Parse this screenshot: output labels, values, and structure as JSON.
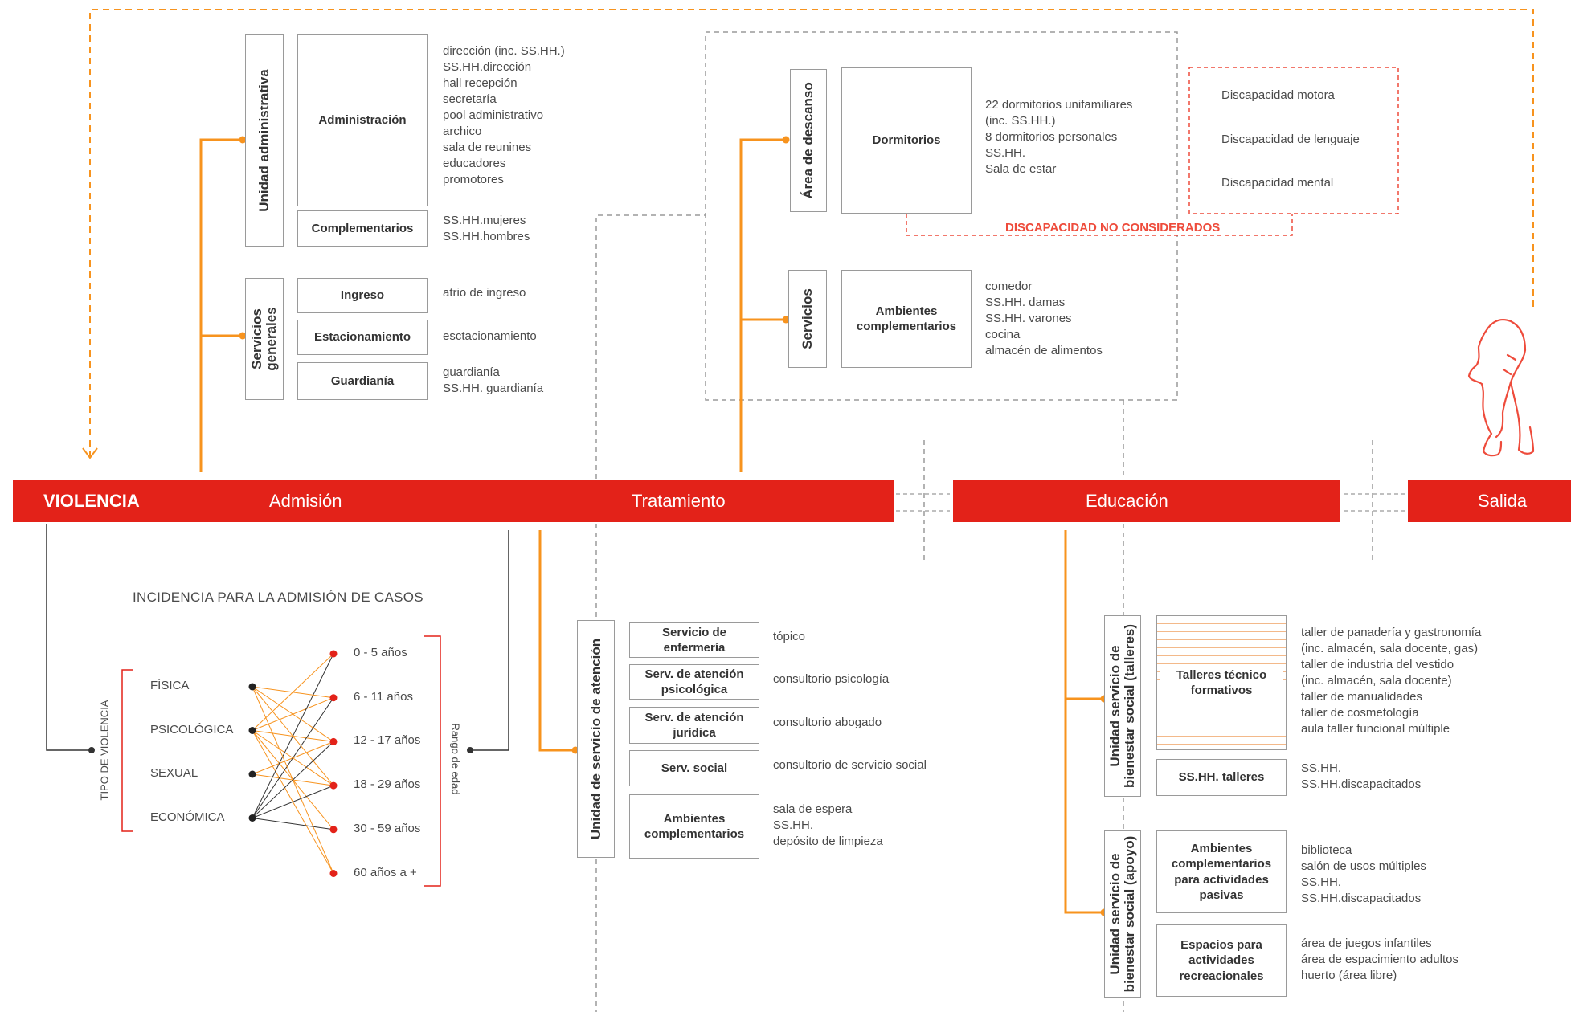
{
  "flow": {
    "violencia": "VIOLENCIA",
    "admision": "Admisión",
    "tratamiento": "Tratamiento",
    "educacion": "Educación",
    "salida": "Salida"
  },
  "admin_units": {
    "unidad_administrativa": "Unidad administrativa",
    "servicios_generales": "Servicios generales",
    "administracion": {
      "label": "Administración",
      "items": [
        "dirección (inc. SS.HH.)",
        "SS.HH.dirección",
        "hall recepción",
        "secretaría",
        "pool administrativo",
        "archico",
        "sala de reunines",
        "educadores",
        "promotores"
      ]
    },
    "complementarios": {
      "label": "Complementarios",
      "items": [
        "SS.HH.mujeres",
        "SS.HH.hombres"
      ]
    },
    "ingreso": {
      "label": "Ingreso",
      "items": [
        "atrio de ingreso"
      ]
    },
    "estacionamiento": {
      "label": "Estacionamiento",
      "items": [
        "esctacionamiento"
      ]
    },
    "guardiania": {
      "label": "Guardianía",
      "items": [
        "guardianía",
        "SS.HH. guardianía"
      ]
    }
  },
  "rest_units": {
    "area_descanso": "Área de descanso",
    "servicios": "Servicios",
    "dormitorios": {
      "label": "Dormitorios",
      "items": [
        "22 dormitorios unifamiliares",
        "(inc. SS.HH.)",
        "8 dormitorios personales",
        "SS.HH.",
        "Sala de estar"
      ]
    },
    "ambientes": {
      "label": "Ambientes complementarios",
      "items": [
        "comedor",
        "SS.HH. damas",
        "SS.HH. varones",
        "cocina",
        "almacén de alimentos"
      ]
    },
    "discapacidades": [
      "Discapacidad motora",
      "Discapacidad de lenguaje",
      "Discapacidad mental"
    ],
    "no_considerados": "DISCAPACIDAD NO CONSIDERADOS"
  },
  "incidence": {
    "title": "INCIDENCIA PARA LA ADMISIÓN DE CASOS",
    "tipo_label": "TIPO DE VIOLENCIA",
    "rango_label": "Rango de edad",
    "tipos": [
      "FÍSICA",
      "PSICOLÓGICA",
      "SEXUAL",
      "ECONÓMICA"
    ],
    "rangos": [
      "0 - 5 años",
      "6 - 11 años",
      "12 - 17 años",
      "18 - 29 años",
      "30 - 59 años",
      "60 años a +"
    ]
  },
  "atencion": {
    "unit_label": "Unidad de servicio de atención",
    "rows": [
      {
        "label": "Servicio de enfermería",
        "items": [
          "tópico"
        ]
      },
      {
        "label": "Serv. de atención psicológica",
        "items": [
          "consultorio psicología"
        ]
      },
      {
        "label": "Serv. de atención jurídica",
        "items": [
          "consultorio abogado"
        ]
      },
      {
        "label": "Serv. social",
        "items": [
          "consultorio de servicio social"
        ]
      },
      {
        "label": "Ambientes complementarios",
        "items": [
          "sala de espera",
          "SS.HH.",
          "depósito de limpieza"
        ]
      }
    ]
  },
  "bienestar": {
    "talleres_unit": "Unidad servicio de bienestar social (talleres)",
    "apoyo_unit": "Unidad servicio de bienestar social (apoyo)",
    "talleres": {
      "label": "Talleres técnico formativos",
      "items": [
        "taller de panadería y gastronomía",
        "(inc. almacén, sala docente, gas)",
        "taller de industria del vestido",
        "(inc. almacén, sala docente)",
        "taller de manualidades",
        "taller de cosmetología",
        "aula taller funcional múltiple"
      ]
    },
    "sshh_talleres": {
      "label": "SS.HH. talleres",
      "items": [
        "SS.HH.",
        "SS.HH.discapacitados"
      ]
    },
    "pasivas": {
      "label": "Ambientes complementarios para actividades pasivas",
      "items": [
        "biblioteca",
        "salón de usos múltiples",
        "SS.HH.",
        "SS.HH.discapacitados"
      ]
    },
    "recreacionales": {
      "label": "Espacios para actividades recreacionales",
      "items": [
        "área de juegos infantiles",
        "área de espacimiento adultos",
        "huerto (área libre)"
      ]
    }
  },
  "colors": {
    "accent": "#f7931e",
    "bar": "#e32219",
    "dashed_red": "#ee4b3b"
  }
}
